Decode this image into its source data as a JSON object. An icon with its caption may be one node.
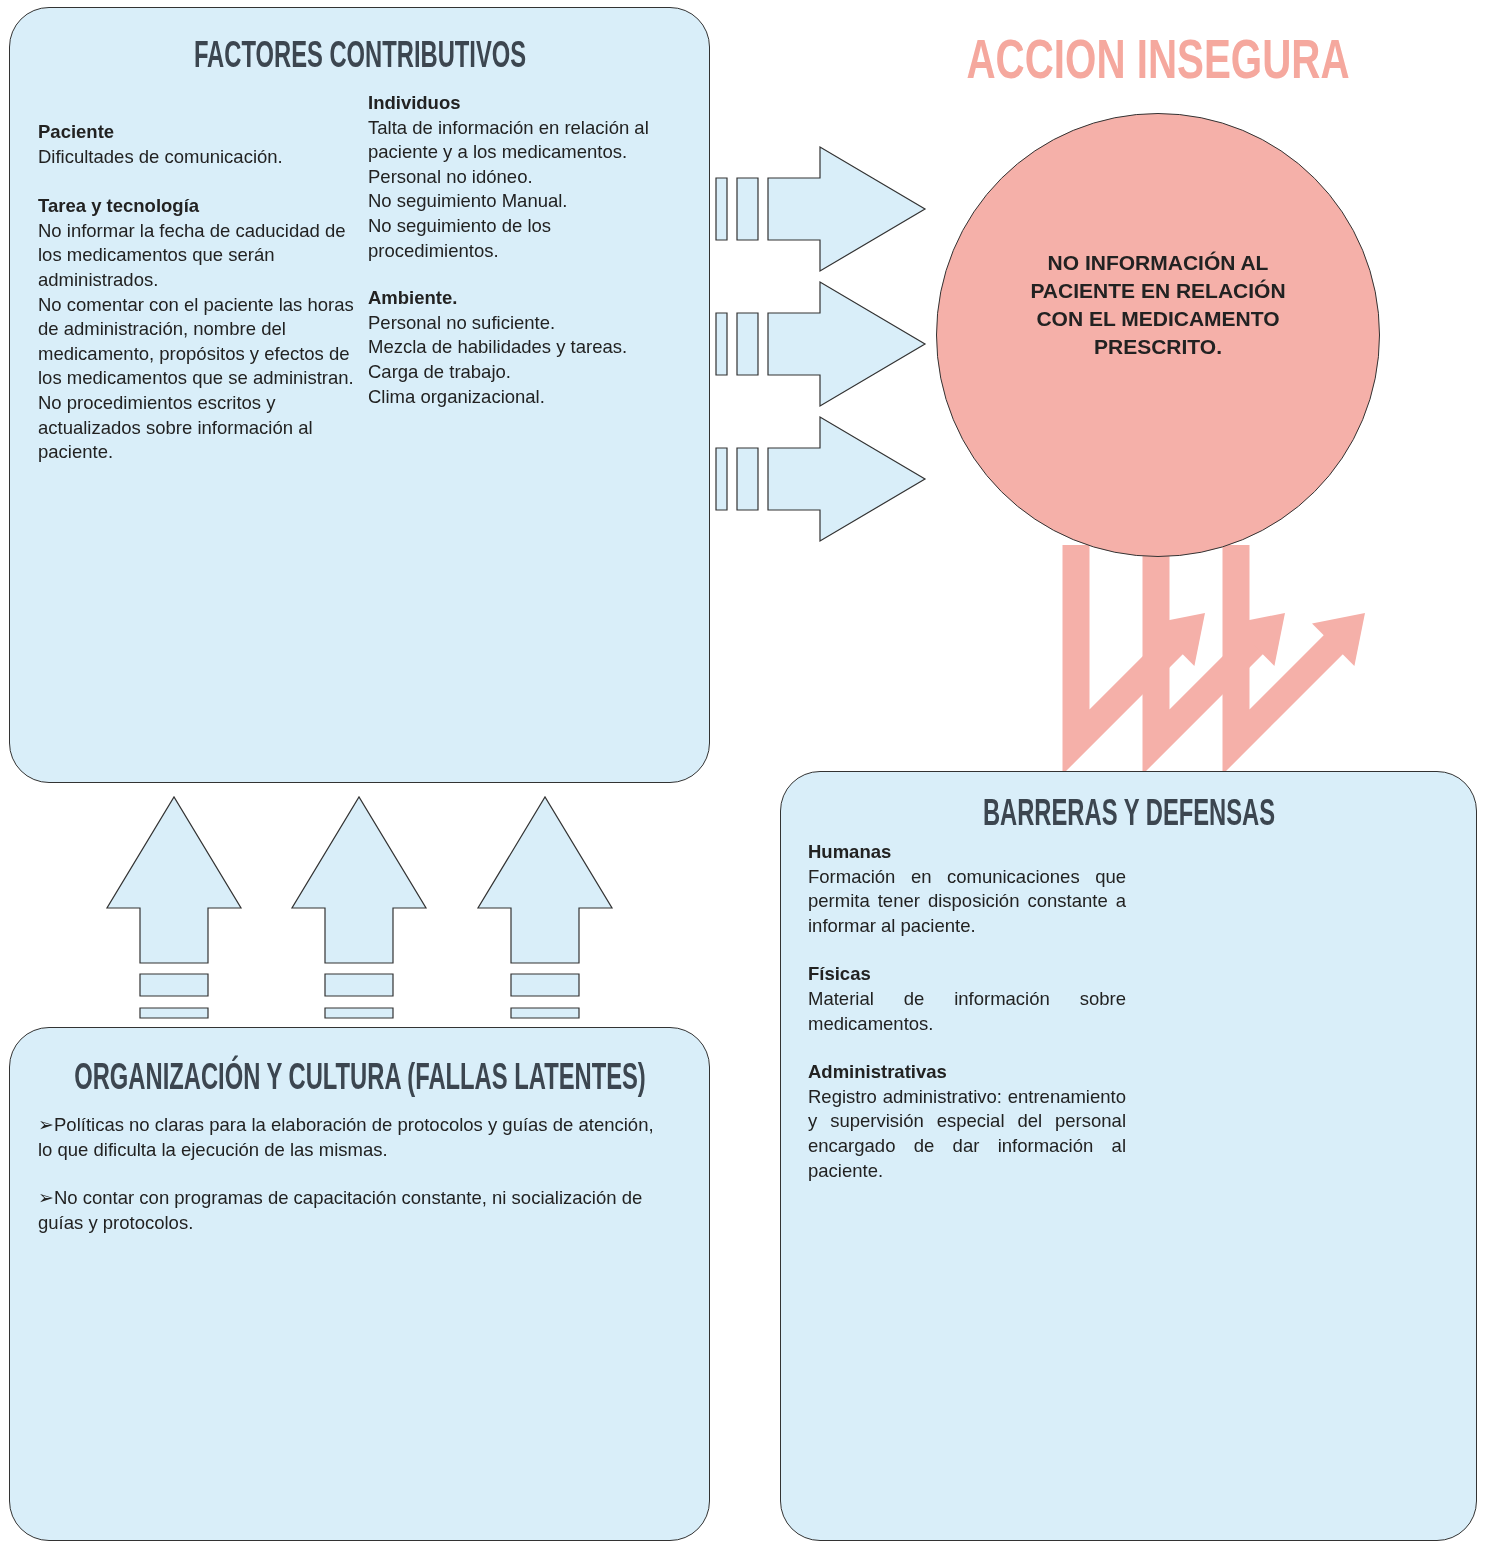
{
  "diagram": {
    "nodes": [
      {
        "text": [
          "FACTORES CONTRIBUTIVOS",
          "Paciente",
          "Dificultades de comunicación.",
          "Tarea y tecnología",
          "No informar la fecha de caducidad de los medicamentos que serán administrados.",
          "No comentar con el paciente las horas de administración, nombre del medicamento, propósitos y efectos de los medicamentos que se administran.",
          "No procedimientos escritos y actualizados sobre información al paciente.",
          "Individuos",
          "Talta de información en relación al paciente y a los medicamentos.",
          "Personal no idóneo.",
          "No seguimiento Manual.",
          "No seguimiento de los procedimientos.",
          "Ambiente.",
          "Personal no suficiente.",
          "Mezcla de habilidades y tareas.",
          "Carga de trabajo.",
          "Clima organizacional."
        ]
      },
      {
        "text": [
          "ACCION INSEGURA",
          "NO INFORMACIÓN AL PACIENTE EN RELACIÓN CON EL MEDICAMENTO PRESCRITO."
        ]
      },
      {
        "text": [
          "BARRERAS Y DEFENSAS",
          "Humanas",
          "Formación en comunicaciones que permita tener disposición constante a informar al paciente.",
          "Físicas",
          "Material de información sobre medicamentos.",
          "Administrativas",
          "Registro administrativo: entrenamiento y supervisión especial del personal encargado de dar información al paciente."
        ]
      },
      {
        "text": [
          "ORGANIZACIÓN Y CULTURA (FALLAS LATENTES)",
          "➢Políticas no claras para la elaboración de protocolos y guías de atención, lo que dificulta la ejecución de las mismas.",
          "➢No contar con programas de capacitación constante, ni socialización de guías y protocolos."
        ]
      }
    ],
    "edges": [
      {
        "from": 0,
        "to": 1,
        "arrow": "to"
      },
      {
        "from": 0,
        "to": 1,
        "arrow": "to"
      },
      {
        "from": 0,
        "to": 1,
        "arrow": "to"
      },
      {
        "from": 3,
        "to": 0,
        "arrow": "to"
      },
      {
        "from": 3,
        "to": 0,
        "arrow": "to"
      },
      {
        "from": 3,
        "to": 0,
        "arrow": "to"
      },
      {
        "from": 1,
        "to": null,
        "arrow": "to",
        "color": "#f5b0a9"
      },
      {
        "from": 1,
        "to": null,
        "arrow": "to",
        "color": "#f5b0a9"
      },
      {
        "from": 1,
        "to": null,
        "arrow": "to",
        "color": "#f5b0a9"
      }
    ]
  }
}
